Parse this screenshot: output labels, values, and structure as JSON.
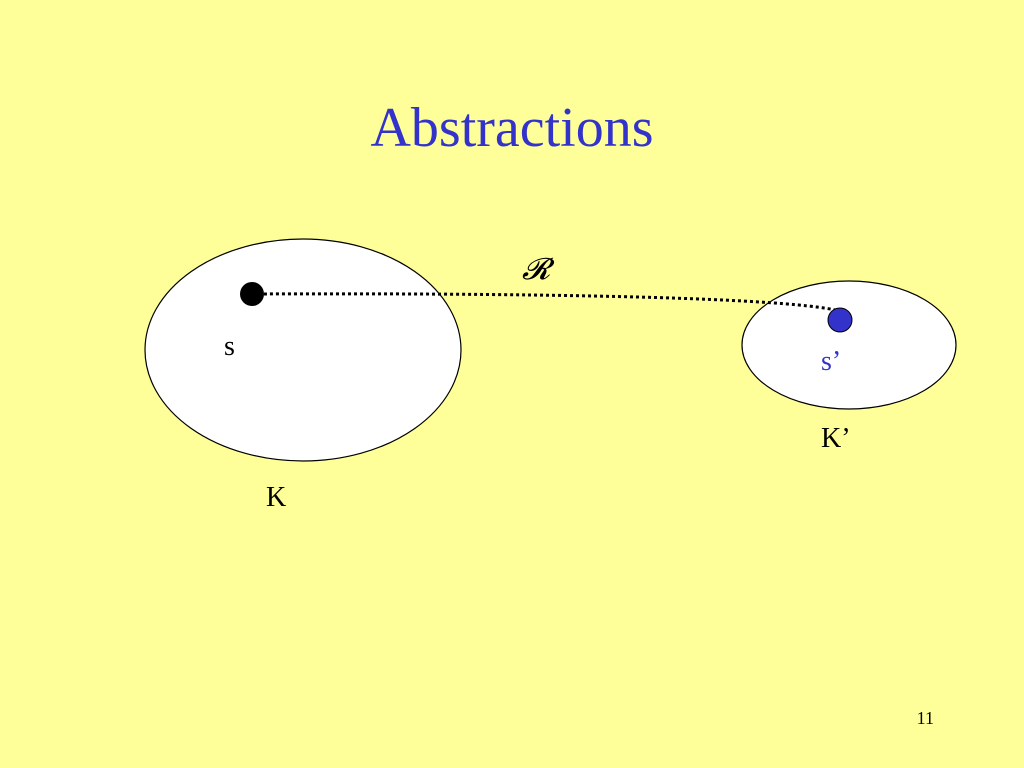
{
  "slide": {
    "title": "Abstractions",
    "page_number": "11"
  },
  "diagram": {
    "relation_label": "𝓡",
    "left_state_label": "s",
    "left_structure_label": "K",
    "right_state_label": "s’",
    "right_structure_label": "K’",
    "colors": {
      "background": "#FFFF99",
      "title": "#3333CC",
      "right_state_dot": "#3333CC",
      "right_state_label": "#3333CC",
      "left_state_dot": "#000000"
    }
  }
}
